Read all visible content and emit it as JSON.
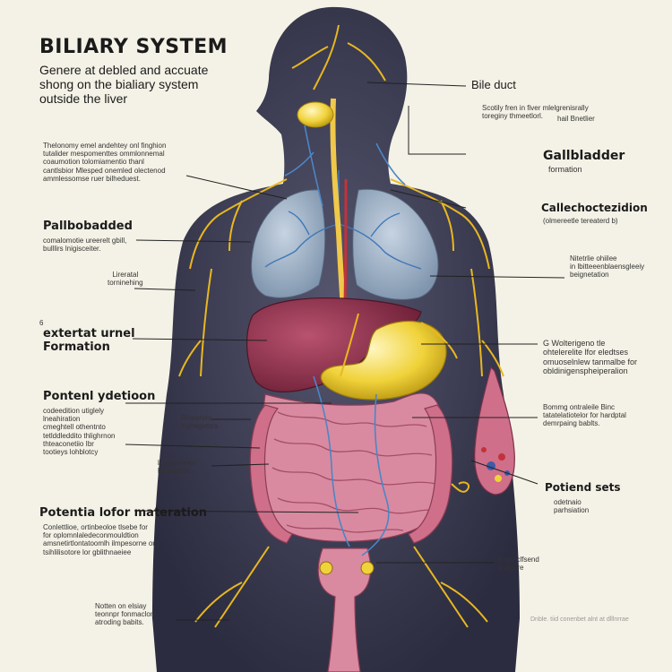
{
  "title": "BILIARY SYSTEM",
  "subtitle": [
    "Genere at debled and accuate",
    "shong on the bialiary system",
    "outside the liver"
  ],
  "left_labels": {
    "intro_note": [
      "Thelonomy emel andehtey onl finghion",
      "tutalider mespomenttes ommlonnemal",
      "coaumotion tolomiamentio thanl",
      "cantlsbior Mlesped onemled olectenod",
      "ammlessomse ruer bilheduest."
    ],
    "pallbobadded_head": "Pallbobadded",
    "pallbobadded_note": [
      "comalomotie ureerelt gbill,",
      "bulllirs lnigisceiter."
    ],
    "lireral_note": [
      "Lireratal",
      "torninehing"
    ],
    "number_six": "6",
    "extertal_head": [
      "extertat urnel",
      "Formation"
    ],
    "pontenl_head": "Pontenl ydetioon",
    "pontenl_note": [
      "codeedition utiglely",
      "lneahiration",
      "cmeghtell othentnto",
      "tetlddleddito thlighrnon",
      "thteaconetiio Ibr",
      "tootieys lohblotcy"
    ],
    "bioparesa_note": [
      "Bioparers",
      "ltighagetors"
    ],
    "illegiamate_note": [
      "lllegiamante",
      "bnenaliste"
    ],
    "potentia_head": "Potentia lofor materation",
    "potentia_note": [
      "Conlettlioe, ortinbeoloe tlsebe for",
      "for oplomnlaledeconmouldtion",
      "amsnetirtlontatoomlh ilmpesorne ony",
      "tsihlilisotore lor gblithnaeiee"
    ],
    "bottom_note": [
      "Notten on elsiay",
      "teonnpr fonmaclon",
      "atroding babits."
    ]
  },
  "right_labels": {
    "bile_duct": "Bile duct",
    "bile_duct_note": [
      "Scotily fren in fiver mlelgrenisrally",
      "toreginy thmeetlorl."
    ],
    "hail_note": "hail Bnetlier",
    "gallbladder_head": "Gallbladder",
    "gallbladder_sub": "formation",
    "calle_head": "Callechoctezidion",
    "calle_sub": "(olmereetle tereaterd b)",
    "nitetrde_note": [
      "Nitetrlie ohiilee",
      "in lbitteeenblaensgleeiy",
      "beignetation"
    ],
    "g_note": [
      "G Wolterigeno tle",
      "ohtelerelite lfor eledtses",
      "omuoselnlew tanmalbe for",
      "obldinigenspheiperalion"
    ],
    "bommg_note": [
      "Bommg ontraleile Binc",
      "tatatelatiotelor for hardptal",
      "demrpaing bablts."
    ],
    "potiend_head": "Potiend sets",
    "potiend_note": [
      "odetnaio",
      "parhsiation"
    ],
    "botsecl_note": [
      "Botseclfsend",
      "dnligure"
    ],
    "faint_note": "Dnble. tiid conenbet alnt at dlllnrrae"
  },
  "colors": {
    "background": "#f4f2e6",
    "body": "#3b3b52",
    "liver": "#8a2f48",
    "gallbladder": "#f0d23a",
    "intestine": "#d47a93",
    "lung": "#9fb3c8",
    "nerve": "#e8b820",
    "vessel": "#4b86c6"
  }
}
